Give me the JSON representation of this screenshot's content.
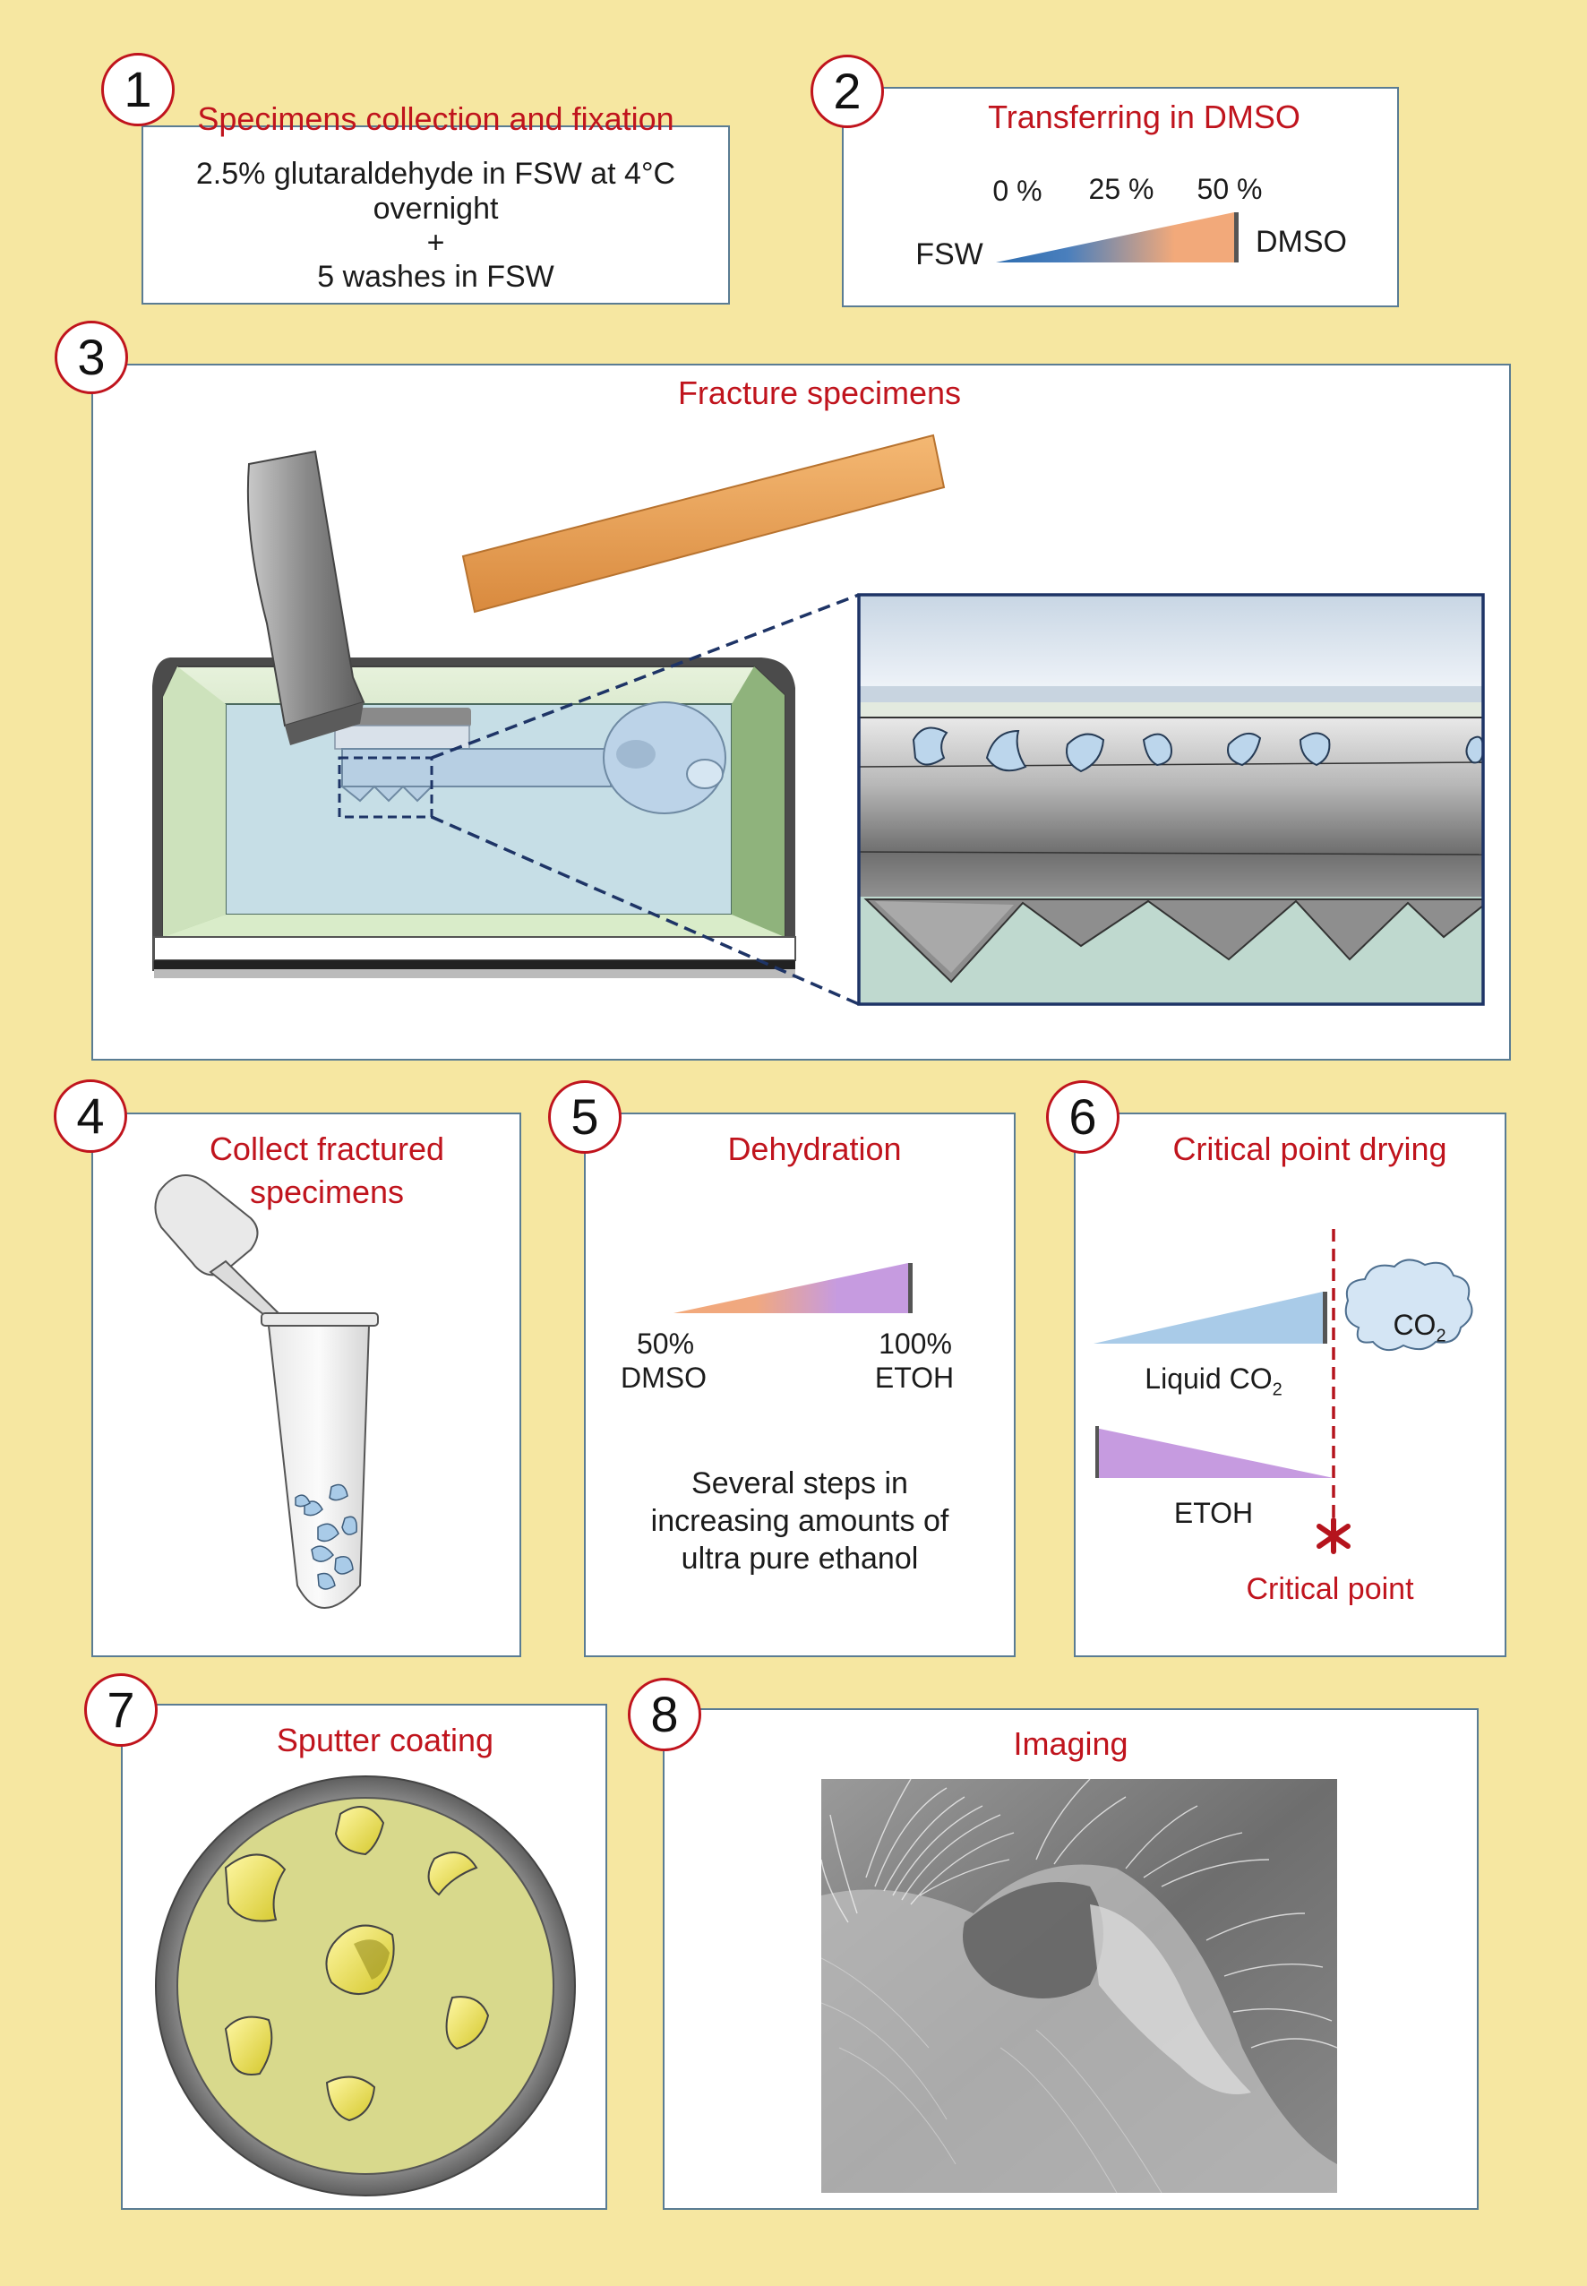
{
  "steps": {
    "s1": {
      "number": "1",
      "title": "Specimens collection and fixation",
      "line1": "2.5% glutaraldehyde in FSW at 4°C",
      "line2": "overnight",
      "plus": "+",
      "line3": "5 washes in FSW"
    },
    "s2": {
      "number": "2",
      "title": "Transferring in DMSO",
      "pct0": "0 %",
      "pct25": "25 %",
      "pct50": "50 %",
      "left_label": "FSW",
      "right_label": "DMSO"
    },
    "s3": {
      "number": "3",
      "title": "Fracture specimens"
    },
    "s4": {
      "number": "4",
      "title_line1": "Collect fractured",
      "title_line2": "specimens"
    },
    "s5": {
      "number": "5",
      "title": "Dehydration",
      "start_pct": "50%",
      "start_label": "DMSO",
      "end_pct": "100%",
      "end_label": "ETOH",
      "desc1": "Several steps in",
      "desc2": "increasing amounts of",
      "desc3": "ultra pure ethanol"
    },
    "s6": {
      "number": "6",
      "title": "Critical point drying",
      "co2_cloud": "CO",
      "co2_sub": "2",
      "liquid_label": "Liquid CO",
      "liquid_sub": "2",
      "etoh_label": "ETOH",
      "critical_label": "Critical point"
    },
    "s7": {
      "number": "7",
      "title": "Sputter coating"
    },
    "s8": {
      "number": "8",
      "title": "Imaging"
    }
  },
  "colors": {
    "background": "#f6e7a1",
    "panel_border": "#5a7c93",
    "title_red": "#c0141d",
    "gradient_blue": "#2e6db0",
    "gradient_orange": "#f2a97a",
    "gradient_purple": "#c69be0",
    "light_blue": "#a9cbe8",
    "gold_coating": "#e9e37a",
    "hammer_handle": "#f0a560",
    "vise_green": "#b8d3a6"
  },
  "icons": [
    "hammer-icon",
    "vise-icon",
    "key-icon",
    "tube-icon",
    "cloud-icon",
    "asterisk-icon",
    "sem-stub-icon"
  ]
}
